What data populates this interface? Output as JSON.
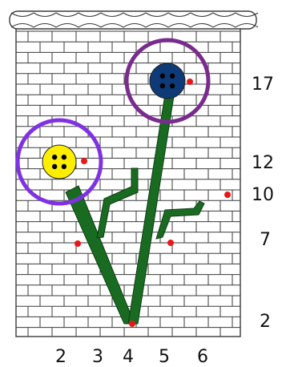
{
  "colors": {
    "background": "#ffffff",
    "basket_line": "#3a3a3a",
    "stem": "#1a6b22",
    "dot": "#e81818",
    "yellow_button": "#ffee00",
    "blue_button": "#0e3a78",
    "purple_ring": "#7a2c8e",
    "violet_ring": "#7f32e4"
  },
  "labels": {
    "y": [
      "17",
      "12",
      "10",
      "7",
      "2"
    ],
    "x": [
      "2",
      "3",
      "4",
      "5",
      "6"
    ]
  },
  "flowers": [
    {
      "name": "yellow-flower",
      "button_color": "yellow",
      "ring_color": "violet"
    },
    {
      "name": "blue-flower",
      "button_color": "blue",
      "ring_color": "purple"
    }
  ]
}
